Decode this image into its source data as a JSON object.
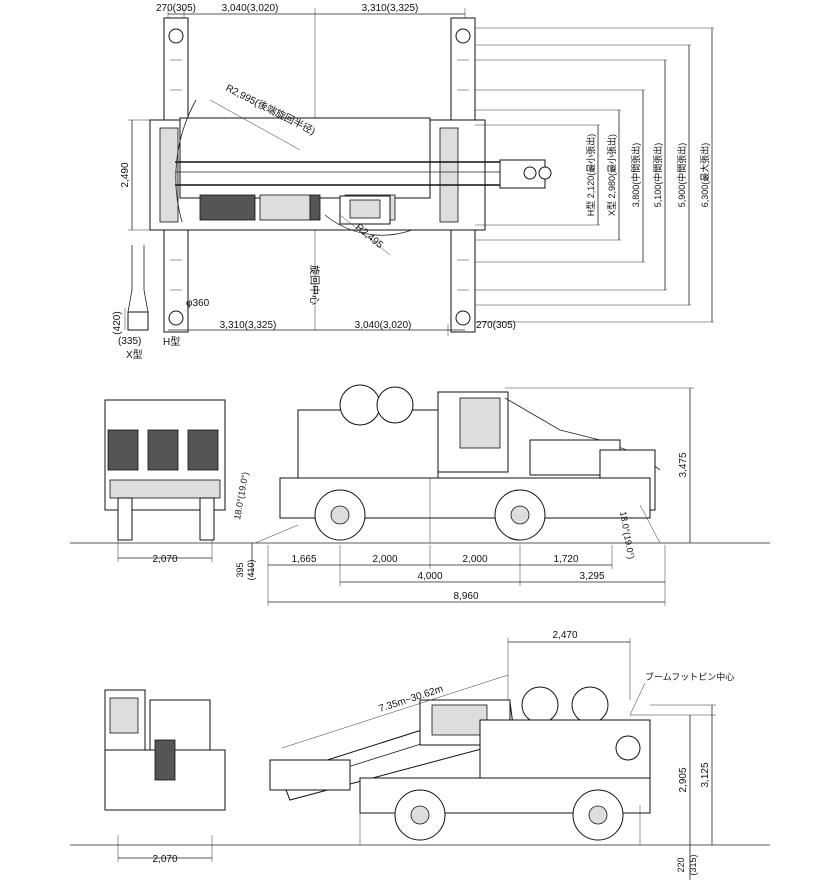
{
  "top_view": {
    "dims_top": [
      "270(305)",
      "3,040(3,020)",
      "3,310(3,325)"
    ],
    "dims_bottom": [
      "3,310(3,325)",
      "3,040(3,020)",
      "270(305)"
    ],
    "width": "2,490",
    "swing_radius_rear": "R2,995(後端旋回半径)",
    "swing_radius_front": "R2,495",
    "swing_center": "旋回中心",
    "pin_dia": "φ360",
    "x_pad": "(420)",
    "x_pad2": "(335)",
    "x_type": "X型",
    "h_type": "H型",
    "outrigger_widths": [
      "H型 2,120(最小張出)",
      "X型 2,980(最小張出)",
      "3,800(中間張出)",
      "5,100(中間張出)",
      "5,900(中間張出)",
      "6,300(最大張出)"
    ]
  },
  "side_view": {
    "rear_width": "2,070",
    "clearance": "395",
    "clearance_alt": "(410)",
    "rear_angle": "18.0°(19.0°)",
    "front_angle": "18.0°(19.0°)",
    "height": "3,475",
    "dims_row1": [
      "1,665",
      "2,000",
      "2,000",
      "1,720"
    ],
    "dims_row2": [
      "4,000",
      "3,295"
    ],
    "total_length": "8,960"
  },
  "boom_view": {
    "boom_label": "7.35m~30.62m",
    "boom_offset": "2,470",
    "boom_foot": "ブームフットピン中心",
    "foot_height": "2,905",
    "total_height": "3,125",
    "ground": "220",
    "ground_alt": "(315)",
    "rear_width": "2,070"
  }
}
